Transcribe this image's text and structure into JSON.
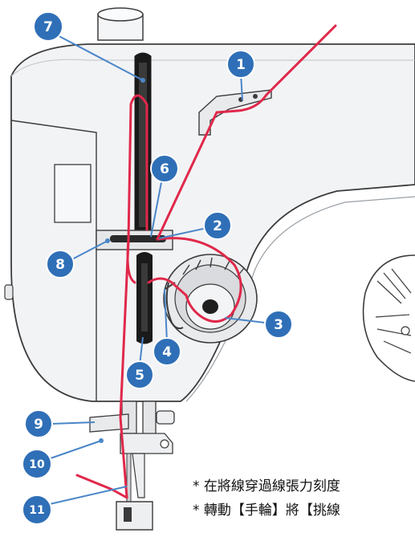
{
  "colors": {
    "badge_fill": "#2f6fb7",
    "badge_stroke": "#ffffff",
    "thread": "#e0284a",
    "leader": "#4b86c8",
    "body": "#f2f3f5",
    "outline": "#3c3c3c",
    "dark_slot": "#1a1a1a"
  },
  "callouts": [
    {
      "id": "1",
      "label": "1"
    },
    {
      "id": "2",
      "label": "2"
    },
    {
      "id": "3",
      "label": "3"
    },
    {
      "id": "4",
      "label": "4"
    },
    {
      "id": "5",
      "label": "5"
    },
    {
      "id": "6",
      "label": "6"
    },
    {
      "id": "7",
      "label": "7"
    },
    {
      "id": "8",
      "label": "8"
    },
    {
      "id": "9",
      "label": "9"
    },
    {
      "id": "10",
      "label": "10"
    },
    {
      "id": "11",
      "label": "11"
    }
  ],
  "notes": [
    {
      "text": "* 在將線穿過線張力刻度"
    },
    {
      "text": "* 轉動【手輪】將【挑線"
    }
  ]
}
